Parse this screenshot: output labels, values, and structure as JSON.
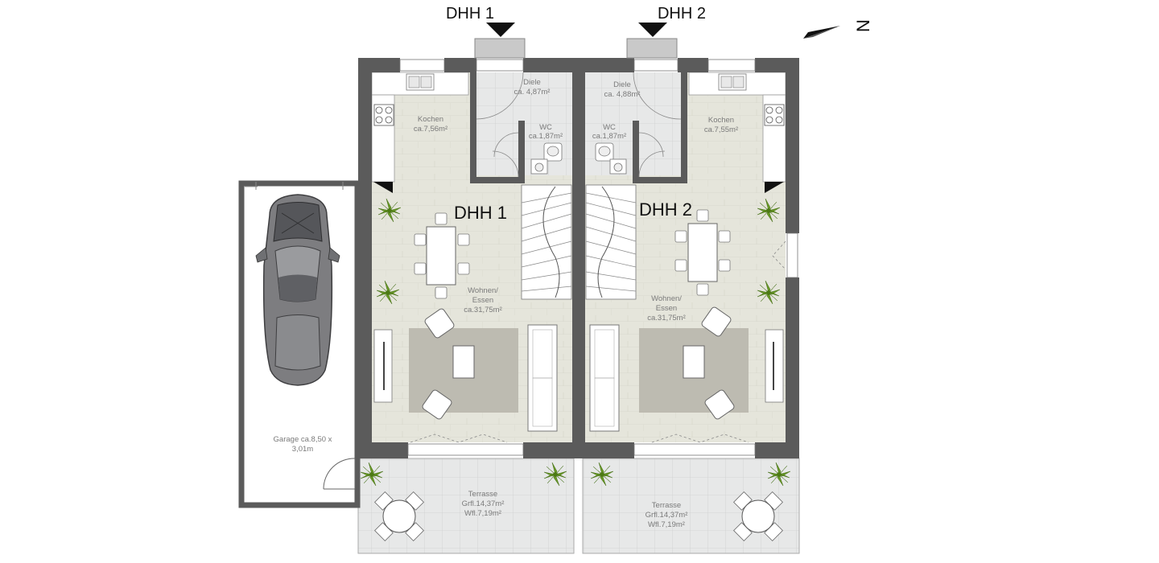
{
  "entrances": {
    "dhh1": "DHH 1",
    "dhh2": "DHH 2"
  },
  "north": "N",
  "houses": {
    "dhh1": "DHH 1",
    "dhh2": "DHH 2"
  },
  "rooms": {
    "diele1": {
      "name": "Diele",
      "area": "ca. 4,87m²"
    },
    "diele2": {
      "name": "Diele",
      "area": "ca. 4,88m²"
    },
    "kochen1": {
      "name": "Kochen",
      "area": "ca.7,56m²"
    },
    "kochen2": {
      "name": "Kochen",
      "area": "ca.7,55m²"
    },
    "wc1": {
      "name": "WC",
      "area": "ca.1,87m²"
    },
    "wc2": {
      "name": "WC",
      "area": "ca.1,87m²"
    },
    "wohnen1": {
      "line1": "Wohnen/",
      "line2": "Essen",
      "area": "ca.31,75m²"
    },
    "wohnen2": {
      "line1": "Wohnen/",
      "line2": "Essen",
      "area": "ca.31,75m²"
    },
    "garage": {
      "line1": "Garage ca.8,50 x",
      "line2": "3,01m"
    },
    "terrasse1": {
      "name": "Terrasse",
      "grfl": "Grfl.14,37m²",
      "wfl": "Wfl.7,19m²"
    },
    "terrasse2": {
      "name": "Terrasse",
      "grfl": "Grfl.14,37m²",
      "wfl": "Wfl.7,19m²"
    }
  },
  "colors": {
    "wall": "#5b5b5b",
    "floor_living": "#e4e4da",
    "floor_tile": "#d9dbdb",
    "terrace": "#e6e7e7",
    "rug": "#bdbbb1",
    "plant": "#5a8a1e"
  }
}
